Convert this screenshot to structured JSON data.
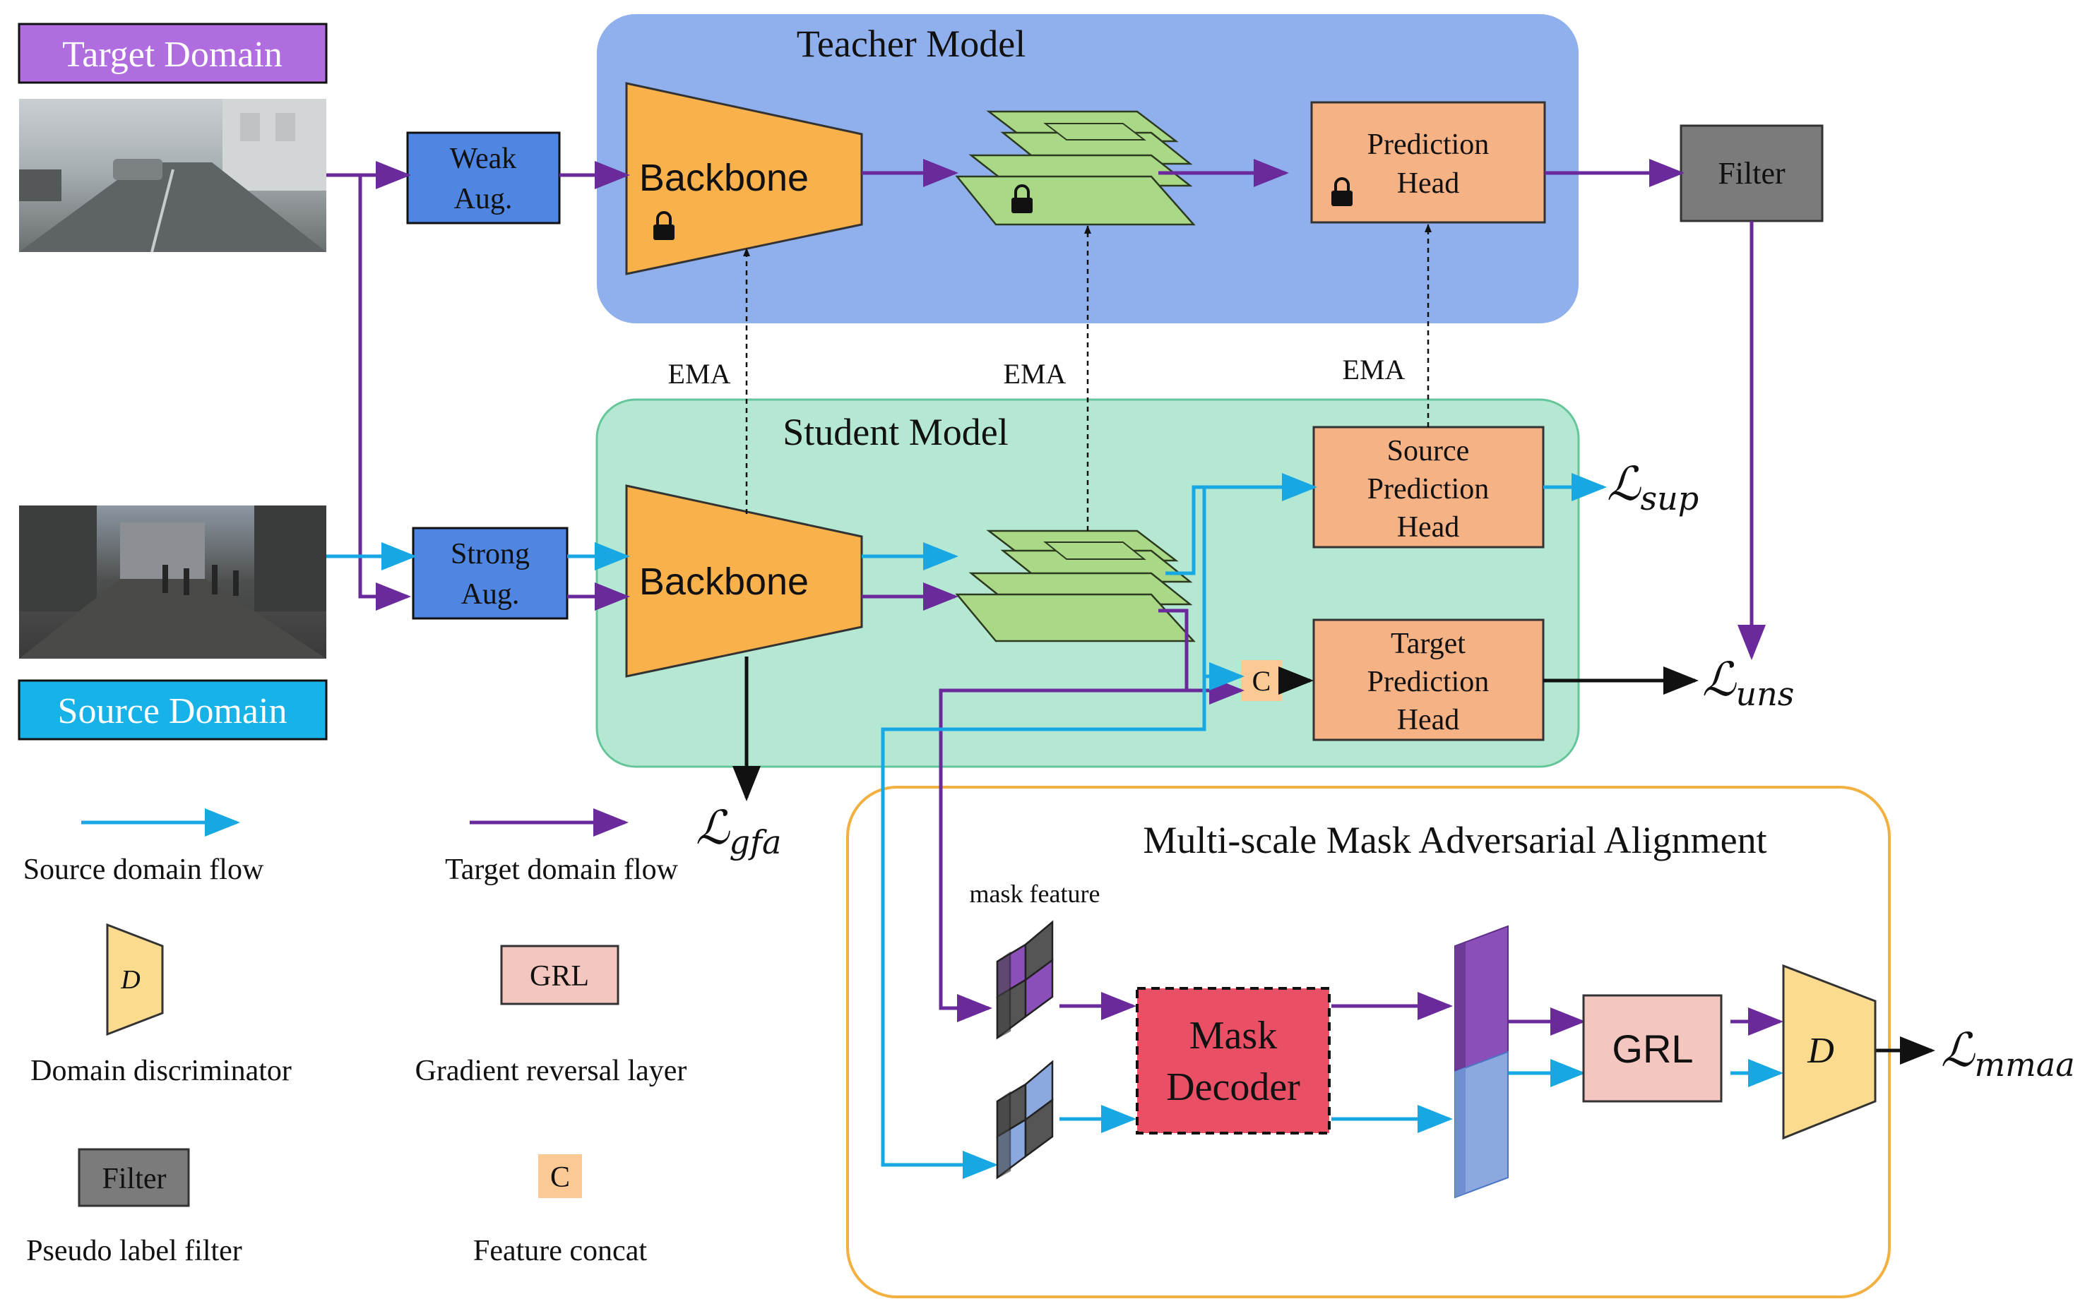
{
  "colors": {
    "source_flow": "#17a8e3",
    "target_flow": "#6a2a9b",
    "teacher_bg": "#8fb0ec",
    "student_bg": "#b5e8d2",
    "mmaa_border": "#f2b040",
    "backbone": "#f9b14b",
    "aug_box": "#4f86e2",
    "head_box": "#f5b285",
    "filter_box": "#7b7b7b",
    "grl_box": "#f4c6c0",
    "concat_box": "#fbc993",
    "discriminator": "#fbdc8f",
    "mask_decoder": "#e95065",
    "feature_green": "#a9d986",
    "target_label_bg": "#b06de0",
    "source_label_bg": "#17b3e8"
  },
  "inputs": {
    "target_domain": "Target Domain",
    "source_domain": "Source Domain"
  },
  "teacher": {
    "title": "Teacher Model",
    "weak_aug": [
      "Weak",
      "Aug."
    ],
    "backbone": "Backbone",
    "head": [
      "Prediction",
      "Head"
    ],
    "filter": "Filter"
  },
  "ema_labels": [
    "EMA",
    "EMA",
    "EMA"
  ],
  "student": {
    "title": "Student Model",
    "strong_aug": [
      "Strong",
      "Aug."
    ],
    "backbone": "Backbone",
    "source_head": [
      "Source",
      "Prediction",
      "Head"
    ],
    "target_head": [
      "Target",
      "Prediction",
      "Head"
    ],
    "concat": "C"
  },
  "losses": {
    "sup": "sup",
    "uns": "uns",
    "gfa": "gfa",
    "mmaa": "mmaa",
    "symbol": "ℒ"
  },
  "mmaa": {
    "title": "Multi-scale Mask Adversarial Alignment",
    "mask_feature": "mask feature",
    "mask_decoder": [
      "Mask",
      "Decoder"
    ],
    "grl": "GRL",
    "discriminator": "D"
  },
  "legend": {
    "source_flow": "Source domain flow",
    "target_flow": "Target domain flow",
    "discriminator_symbol": "D",
    "discriminator": "Domain discriminator",
    "grl_symbol": "GRL",
    "grl": "Gradient reversal layer",
    "filter_symbol": "Filter",
    "filter": "Pseudo label filter",
    "concat_symbol": "C",
    "concat": "Feature concat"
  }
}
